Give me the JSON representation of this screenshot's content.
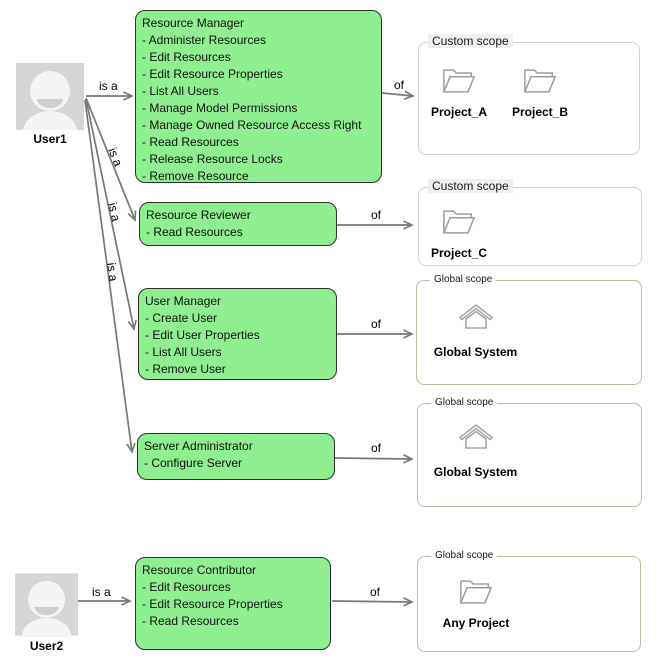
{
  "labels": {
    "is_a": "is a",
    "of": "of"
  },
  "users": [
    {
      "name": "User1"
    },
    {
      "name": "User2"
    }
  ],
  "roles": [
    {
      "title": "Resource Manager",
      "permissions": [
        "- Administer Resources",
        "- Edit Resources",
        "- Edit Resource Properties",
        "- List All Users",
        "- Manage Model Permissions",
        "- Manage Owned Resource Access Right",
        "- Read Resources",
        "- Release Resource Locks",
        "- Remove Resource"
      ]
    },
    {
      "title": "Resource Reviewer",
      "permissions": [
        "- Read Resources"
      ]
    },
    {
      "title": "User Manager",
      "permissions": [
        "- Create User",
        "- Edit User Properties",
        "- List All Users",
        "- Remove User"
      ]
    },
    {
      "title": "Server Administrator",
      "permissions": [
        "- Configure Server"
      ]
    },
    {
      "title": "Resource Contributor",
      "permissions": [
        "- Edit Resources",
        "- Edit Resource Properties",
        "- Read Resources"
      ]
    }
  ],
  "scopes": [
    {
      "label": "Custom scope",
      "items": [
        {
          "name": "Project_A",
          "icon": "folder"
        },
        {
          "name": "Project_B",
          "icon": "folder"
        }
      ]
    },
    {
      "label": "Custom scope",
      "items": [
        {
          "name": "Project_C",
          "icon": "folder"
        }
      ]
    },
    {
      "label": "Global scope",
      "items": [
        {
          "name": "Global System",
          "icon": "home"
        }
      ]
    },
    {
      "label": "Global scope",
      "items": [
        {
          "name": "Global System",
          "icon": "home"
        }
      ]
    },
    {
      "label": "Global scope",
      "items": [
        {
          "name": "Any Project",
          "icon": "folder"
        }
      ]
    }
  ],
  "colors": {
    "role_fill": "#8fee90",
    "role_border": "#2f2f2f",
    "arrow": "#787878",
    "custom_scope_border": "#ccd3dc",
    "global_scope_border": "#c2b9a2",
    "user_icon_bg": "#d6d6d6"
  }
}
